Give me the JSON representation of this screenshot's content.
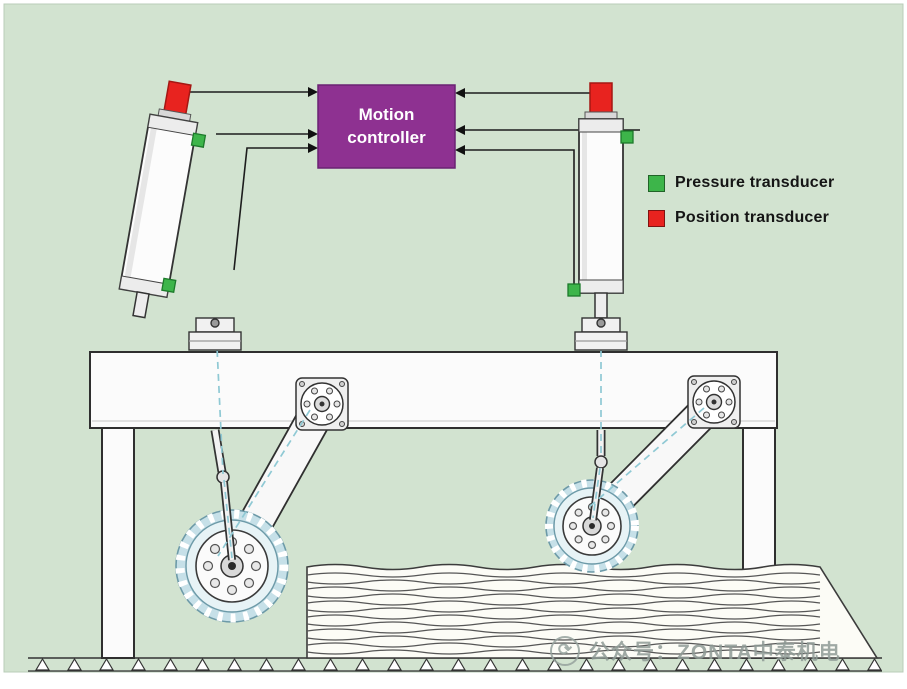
{
  "controller": {
    "line1": "Motion",
    "line2": "controller",
    "color": "#8e3191"
  },
  "legend": {
    "items": [
      {
        "label": "Pressure transducer",
        "color": "#3db54a"
      },
      {
        "label": "Position transducer",
        "color": "#e8231f"
      }
    ]
  },
  "watermark": {
    "text": "公众号：ZONTA中泰机电",
    "icon": "circular-arrows-logo"
  },
  "colors": {
    "background": "#d2e3d0",
    "controller_purple": "#8e3191",
    "transducer_green": "#3db54a",
    "transducer_red": "#e8231f",
    "gear_teeth_blue": "#aecfd9",
    "motion_dash_cyan": "#8fc9d4",
    "frame_white": "#fbfbfb"
  },
  "diagram_parts": [
    "motion-controller",
    "hydraulic-cylinder-left",
    "hydraulic-cylinder-right",
    "pressure-transducers",
    "position-transducers",
    "machine-frame",
    "pivot-bearings",
    "crank-arms",
    "gears",
    "push-rods",
    "timber-stack",
    "conveyor"
  ]
}
